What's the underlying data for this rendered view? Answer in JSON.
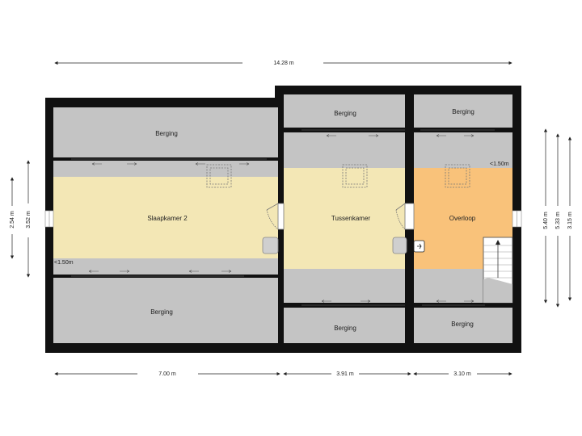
{
  "colors": {
    "wall": "#111111",
    "storage": "#c4c4c4",
    "bedroom": "#f3e7b5",
    "landing": "#f9c27a",
    "dim_line": "#222222"
  },
  "rooms": {
    "berging_top_left": "Berging",
    "berging_top_mid": "Berging",
    "berging_top_right": "Berging",
    "slaapkamer": "Slaapkamer 2",
    "tussenkamer": "Tussenkamer",
    "overloop": "Overloop",
    "berging_bottom_left": "Berging",
    "berging_bottom_mid": "Berging",
    "berging_bottom_right": "Berging"
  },
  "notes": {
    "height_left": "<1.50m",
    "height_right": "<1.50m"
  },
  "dimensions": {
    "total_width": "14.28 m",
    "width_left": "7.00 m",
    "width_mid": "3.91 m",
    "width_right": "3.10 m",
    "left_inner": "2.54 m",
    "left_outer": "3.52 m",
    "right_a": "5.40 m",
    "right_b": "5.33 m",
    "right_c": "3.15 m"
  }
}
